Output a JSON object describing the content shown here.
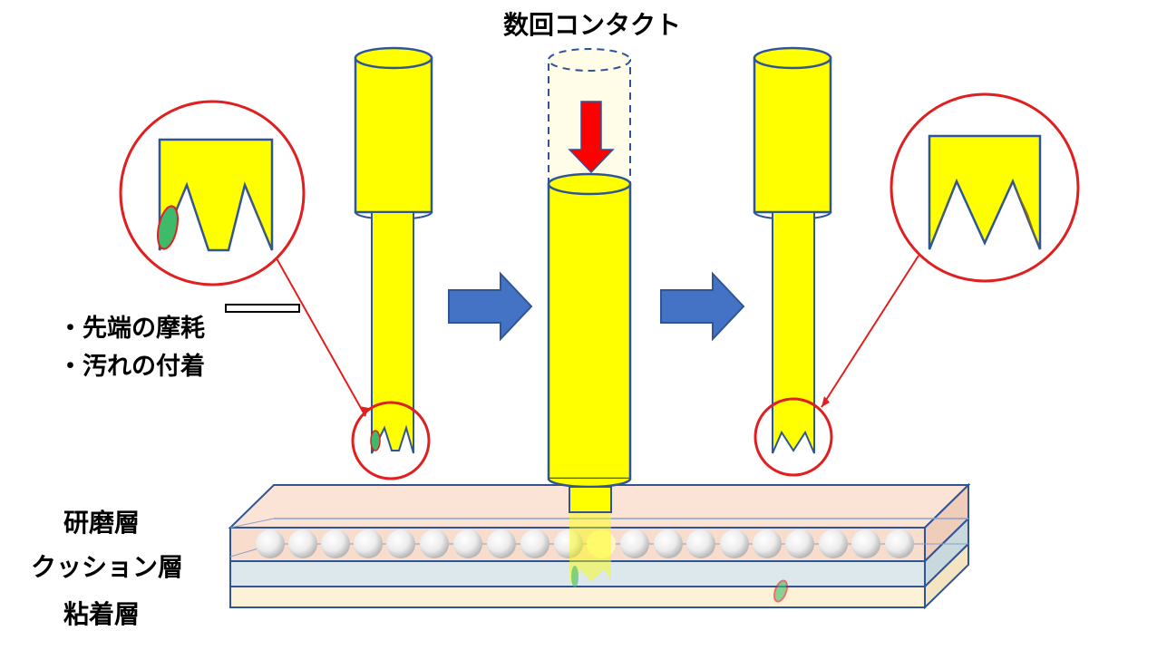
{
  "title": "数回コンタクト",
  "notes": [
    "・先端の摩耗",
    "・汚れの付着"
  ],
  "layers": {
    "abrasive": "研磨層",
    "cushion": "クッション層",
    "adhesive": "粘着層"
  },
  "colors": {
    "probe_yellow": "#ffff00",
    "outline_blue": "#2f5597",
    "arrow_blue": "#4472c4",
    "arrow_red": "#ff0000",
    "circle_red": "#e02020",
    "contaminant_green": "#3dbb6a",
    "abrasive_layer": "#f8dccc",
    "cushion_layer": "#dce8ec",
    "adhesive_layer": "#fdf1d8",
    "wear_brown": "#8b6914"
  },
  "icons": [
    "right-arrow-icon",
    "down-arrow-icon",
    "magnifier-circle-icon"
  ]
}
